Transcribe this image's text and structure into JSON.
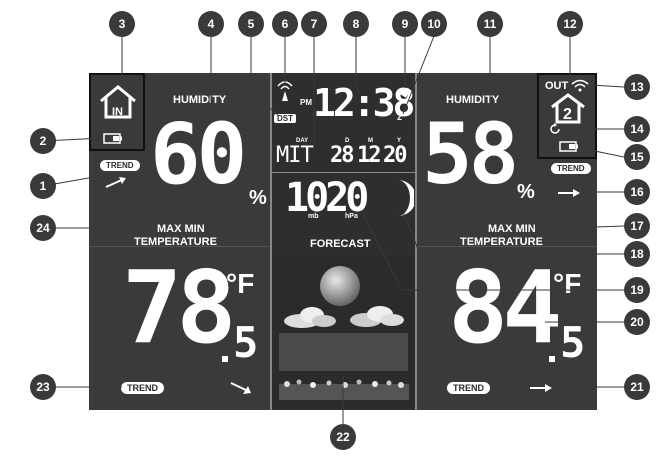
{
  "labels": {
    "humidity_in": "HUMIDITY",
    "humidity_out": "HUMIDITY",
    "maxmin_in": "MAX MIN",
    "maxmin_out": "MAX MIN",
    "temperature_in": "TEMPERATURE",
    "temperature_out": "TEMPERATURE",
    "forecast": "FORECAST",
    "in": "IN",
    "out": "OUT",
    "dst": "DST",
    "pm": "PM",
    "day": "DAY",
    "d": "D",
    "m": "M",
    "y": "Y",
    "mb": "mb",
    "hpa": "hPa",
    "pct_in": "%",
    "pct_out": "%",
    "unit_in": "°F",
    "unit_out": "°F",
    "trend_a": "TREND",
    "trend_b": "TREND",
    "trend_c": "TREND",
    "trend_d": "TREND",
    "zz": "z",
    "sensor_ch": "2"
  },
  "readings": {
    "time": "12:38",
    "weekday": "MIT",
    "date_d": "28",
    "date_m": "12",
    "date_y": "20",
    "pressure": "1020",
    "humidity_in": "60",
    "humidity_out": "58",
    "temp_in_int": "78",
    "temp_in_dec": "5",
    "temp_out_int": "84",
    "temp_out_dec": "5"
  },
  "callouts": [
    "1",
    "2",
    "3",
    "4",
    "5",
    "6",
    "7",
    "8",
    "9",
    "10",
    "11",
    "12",
    "13",
    "14",
    "15",
    "16",
    "17",
    "18",
    "19",
    "20",
    "21",
    "22",
    "23",
    "24"
  ],
  "colors": {
    "panel": "#3a3a3a",
    "panel_dark": "#2b2b2b",
    "segment": "#ffffff",
    "callout": "#3a3a3a"
  }
}
